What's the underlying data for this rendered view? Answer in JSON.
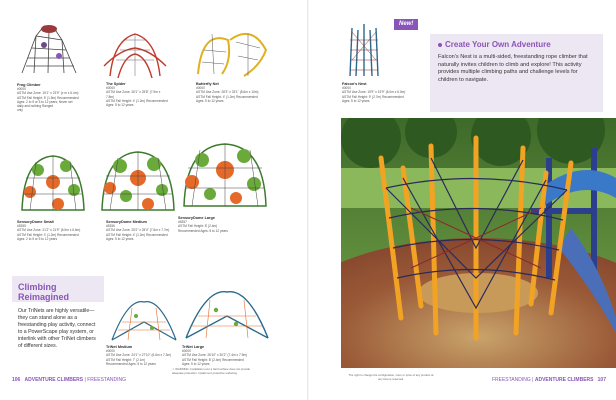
{
  "products": [
    {
      "name": "Frog Climber",
      "code": "#0000",
      "lines": [
        "ASTM Use Zone: 15'1\" x 23'9\" (x m x 6.4m)",
        "ASTM Fall Height: 5' (1.5m) Recommended",
        "Ages: 2 to 5 or 5 to 12 years; Never set daily and nothing Ranged",
        "only"
      ]
    },
    {
      "name": "The Spider",
      "code": "#0000",
      "lines": [
        "ASTM Use Zone: 26'1\" x 25'8\" (7.9m x 7.8m)",
        "ASTM Fall Height: 4' (1.2m) Recommended",
        "Ages: 5 to 12 years"
      ]
    },
    {
      "name": "Butterfly Net",
      "code": "#0000",
      "lines": [
        "ASTM Use Zone: 28'3\" x 33'1\" (8.6m x 10m)",
        "ASTM Fall Height: 4' (1.2m) Recommended",
        "Ages: 5 to 12 years"
      ]
    },
    {
      "name": "Falcon's Nest",
      "code": "#0000",
      "lines": [
        "ASTM Use Zone: 19'9\" x 19'9\" (6.0m x 6.0m)",
        "ASTM Fall Height: 9' (2.7m) Recommended",
        "Ages: 5 to 12 years"
      ]
    },
    {
      "name": "SensoryDome Small",
      "code": "#5355",
      "lines": [
        "ASTM Use Zone: 21'2\" x 21'9\" (6.5m x 6.6m)",
        "ASTM Fall Height: 4' (1.2m) Recommended",
        "Ages: 2 to 5 or 5 to 12 years"
      ]
    },
    {
      "name": "SensoryDome Medium",
      "code": "#5356",
      "lines": [
        "ASTM Use Zone: 25'2\" x 25'4\" (7.6m x 7.7m)",
        "ASTM Fall Height: 4' (1.2m) Recommended",
        "Ages: 5 to 12 years"
      ]
    },
    {
      "name": "SensoryDome Large",
      "code": "#5357",
      "lines": [
        "ASTM Fall Height: 8' (2.4m)",
        "Recommended Ages: 5 to 12 years"
      ]
    },
    {
      "name": "TriNet Medium",
      "code": "#0000",
      "lines": [
        "ASTM Use Zone: 24'1\" x 27'10\" (6.6m x 7.3m)",
        "ASTM Fall Height: 7' (2.1m)",
        "Recommended Ages: 5 to 12 years"
      ]
    },
    {
      "name": "TriNet Large",
      "code": "#0000",
      "lines": [
        "ASTM Use Zone: 26'10\" x 30'2\" (7.4m x 7.9m)",
        "ASTM Fall Height: 8' (2.4m) Recommended",
        "Ages: 5 to 12 years"
      ]
    }
  ],
  "climbing": {
    "title_line1": "Climbing",
    "title_line2": "Reimagined",
    "body": "Our TriNets are highly versatile—they can stand alone as a freestanding play activity, connect to a PowerScape play system, or interlink with other TriNet climbers of different sizes."
  },
  "warning": "WARNING: Installation over a hard surface does not provide adequate protection. Install over protective surfacing.",
  "right_note": "The right to change the configuration, color or price of any product at any time is reserved.",
  "new_badge": "New!",
  "create": {
    "title": "Create Your Own Adventure",
    "body": "Falcon's Nest is a multi-sided, freestanding rope climber that naturally invites children to climb and explore! This activity provides multiple climbing paths and challenge levels for children to navigate."
  },
  "footer_left": {
    "page": "106",
    "section": "ADVENTURE CLIMBERS",
    "sep": "|",
    "sub": "FREESTANDING"
  },
  "footer_right": {
    "page": "107",
    "section": "ADVENTURE CLIMBERS",
    "sep": "|",
    "sub": "FREESTANDING"
  },
  "colors": {
    "purple": "#8a55b8",
    "lavender": "#ede7f3",
    "grass": "#5e8a3a",
    "mulch": "#9a5a38",
    "orange": "#f2a324",
    "navy": "#2b3f8c"
  }
}
